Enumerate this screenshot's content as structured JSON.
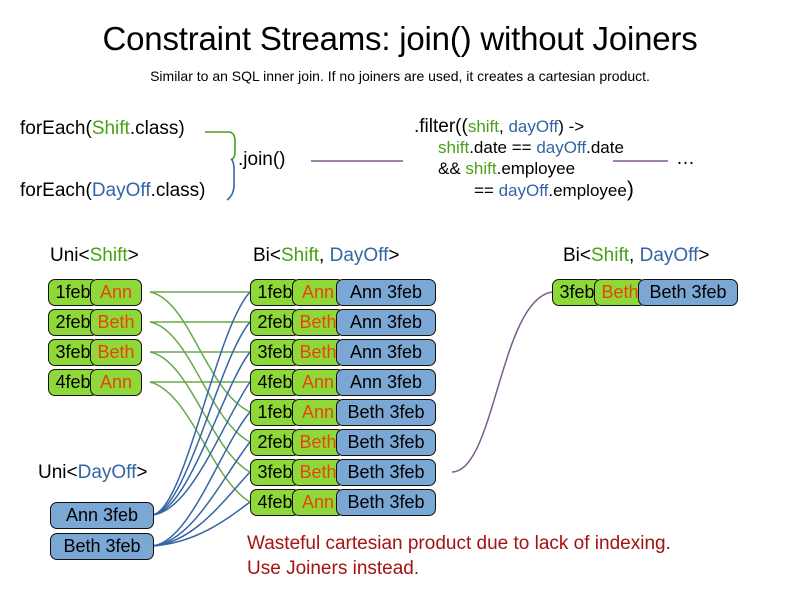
{
  "title": "Constraint Streams: join() without Joiners",
  "subtitle": "Similar to an SQL inner join. If no joiners are used, it creates a cartesian product.",
  "colors": {
    "shift_green": "#4aa017",
    "dayoff_blue": "#3465a4",
    "card_green": "#8ed839",
    "card_blue": "#7ba7d4",
    "name_orange": "#e8450c",
    "warning_red": "#a41212",
    "link_purple": "#7e5a8e"
  },
  "code": {
    "foreach_shift": {
      "prefix": "forEach(",
      "type": "Shift",
      "suffix": ".class)"
    },
    "foreach_dayoff": {
      "prefix": "forEach(",
      "type": "DayOff",
      "suffix": ".class)"
    },
    "join_label": ".join()",
    "ellipsis": "…",
    "filter": {
      "line1_pre": ".filter((",
      "line1_p1": "shift",
      "line1_sep": ", ",
      "line1_p2": "dayOff",
      "line1_post": ") ->",
      "line2_a": "shift",
      "line2_b": ".date == ",
      "line2_c": "dayOff",
      "line2_d": ".date",
      "line3_a": "&& ",
      "line3_b": "shift",
      "line3_c": ".employee",
      "line4_a": "== ",
      "line4_b": "dayOff",
      "line4_c": ".employee",
      "line4_close": ")"
    }
  },
  "streams": {
    "uni_shift_header": {
      "pre": "Uni<",
      "type": "Shift",
      "post": ">"
    },
    "bi_mid_header": {
      "pre": "Bi<",
      "t1": "Shift",
      "sep": ", ",
      "t2": "DayOff",
      "post": ">"
    },
    "bi_right_header": {
      "pre": "Bi<",
      "t1": "Shift",
      "sep": ", ",
      "t2": "DayOff",
      "post": ">"
    },
    "uni_dayoff_header": {
      "pre": "Uni<",
      "type": "DayOff",
      "post": ">"
    }
  },
  "uni_shift_facts": [
    {
      "date": "1feb",
      "employee": "Ann"
    },
    {
      "date": "2feb",
      "employee": "Beth"
    },
    {
      "date": "3feb",
      "employee": "Beth"
    },
    {
      "date": "4feb",
      "employee": "Ann"
    }
  ],
  "uni_dayoff_facts": [
    {
      "label": "Ann 3feb"
    },
    {
      "label": "Beth 3feb"
    }
  ],
  "bi_cartesian_facts": [
    {
      "date": "1feb",
      "employee": "Ann",
      "dayoff": "Ann 3feb"
    },
    {
      "date": "2feb",
      "employee": "Beth",
      "dayoff": "Ann 3feb"
    },
    {
      "date": "3feb",
      "employee": "Beth",
      "dayoff": "Ann 3feb"
    },
    {
      "date": "4feb",
      "employee": "Ann",
      "dayoff": "Ann 3feb"
    },
    {
      "date": "1feb",
      "employee": "Ann",
      "dayoff": "Beth 3feb"
    },
    {
      "date": "2feb",
      "employee": "Beth",
      "dayoff": "Beth 3feb"
    },
    {
      "date": "3feb",
      "employee": "Beth",
      "dayoff": "Beth 3feb"
    },
    {
      "date": "4feb",
      "employee": "Ann",
      "dayoff": "Beth 3feb"
    }
  ],
  "bi_filtered_facts": [
    {
      "date": "3feb",
      "employee": "Beth",
      "dayoff": "Beth 3feb"
    }
  ],
  "warning": {
    "line1": "Wasteful cartesian product due to lack of indexing.",
    "line2": "Use Joiners instead."
  }
}
